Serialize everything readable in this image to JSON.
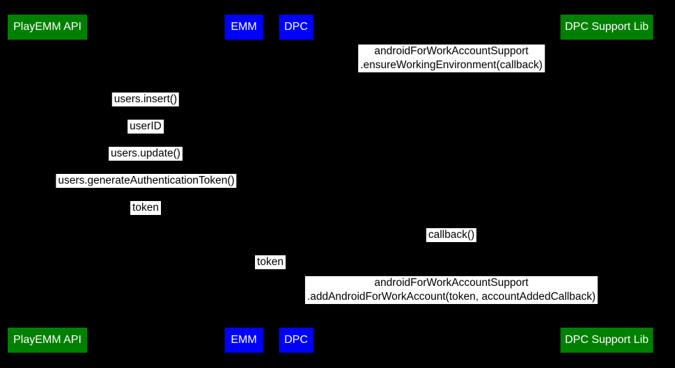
{
  "colors": {
    "background": "#000000",
    "actor_green": "#008000",
    "actor_blue": "#0000ff",
    "actor_text": "#ffffff",
    "message_bg": "#ffffff",
    "message_text": "#000000"
  },
  "participants": [
    {
      "label": "PlayEMM API"
    },
    {
      "label": "EMM"
    },
    {
      "label": "DPC"
    },
    {
      "label": "DPC Support Lib"
    }
  ],
  "messages": [
    {
      "lines": [
        "androidForWorkAccountSupport",
        ".ensureWorkingEnvironment(callback)"
      ]
    },
    {
      "lines": [
        "users.insert()"
      ]
    },
    {
      "lines": [
        "userID"
      ]
    },
    {
      "lines": [
        "users.update()"
      ]
    },
    {
      "lines": [
        "users.generateAuthenticationToken()"
      ]
    },
    {
      "lines": [
        "token"
      ]
    },
    {
      "lines": [
        "callback()"
      ]
    },
    {
      "lines": [
        "token"
      ]
    },
    {
      "lines": [
        "androidForWorkAccountSupport",
        ".addAndroidForWorkAccount(token, accountAddedCallback)"
      ]
    }
  ]
}
